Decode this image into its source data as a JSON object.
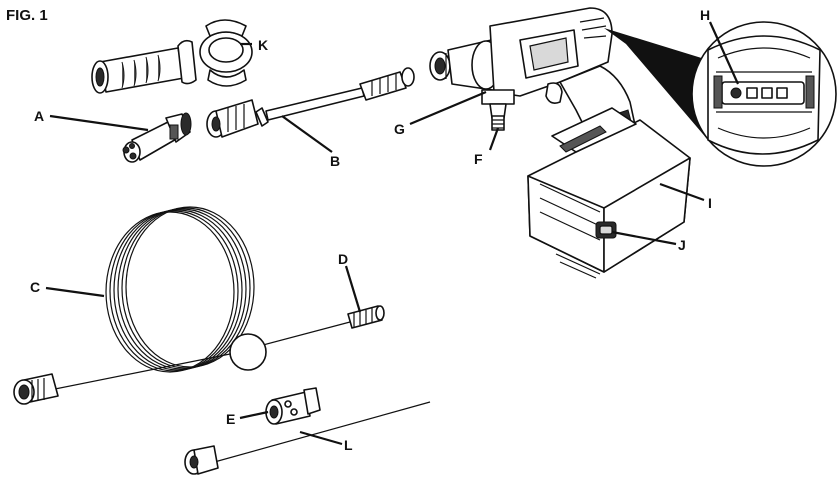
{
  "figure": {
    "title": "FIG. 1"
  },
  "labels": {
    "A": "A",
    "B": "B",
    "C": "C",
    "D": "D",
    "E": "E",
    "F": "F",
    "G": "G",
    "H": "H",
    "I": "I",
    "J": "J",
    "K": "K",
    "L": "L"
  }
}
